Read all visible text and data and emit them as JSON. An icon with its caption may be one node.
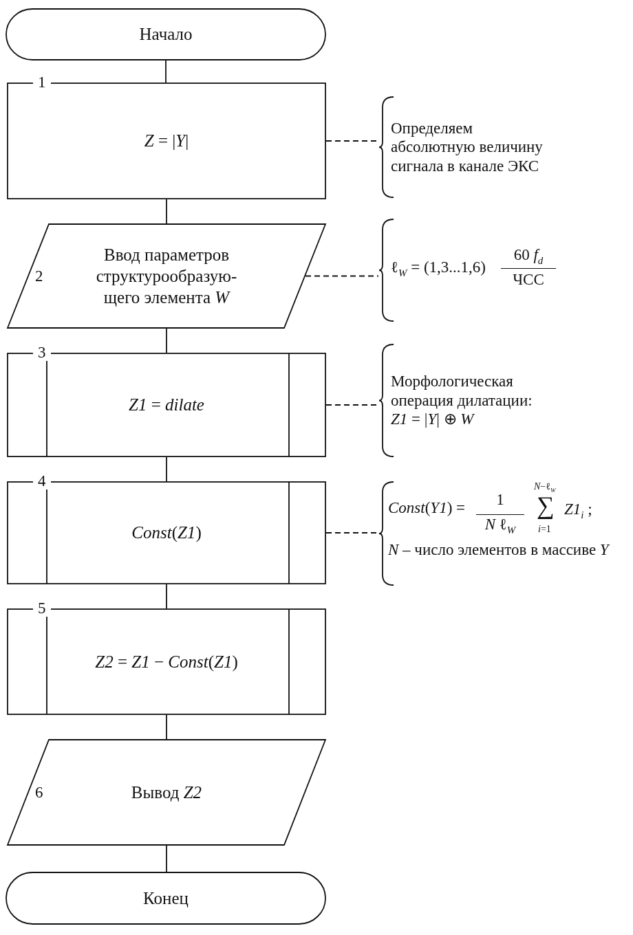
{
  "diagram": {
    "nodes": [
      {
        "text": [
          "Начало"
        ]
      },
      {
        "text": [
          "*Z* = |*Y*|"
        ],
        "beside": [
          "1"
        ]
      },
      {
        "text": [
          "Определяем абсолютную величину сигнала в канале ЭКС"
        ]
      },
      {
        "text": [
          "2",
          "Ввод параметров структурообразую- щего элемента *W*"
        ]
      },
      {
        "text": [
          "ℓ$_{W}$ = (1,3...1,6)",
          "60 *f*$_{d}$",
          "ЧСС"
        ]
      },
      {
        "text": [
          "*Z1* = *dilate*"
        ],
        "beside": [
          "3"
        ]
      },
      {
        "text": [
          "Морфологическая операция дилатации:",
          "*Z1* = |*Y*| ⊕ *W*"
        ]
      },
      {
        "text": [
          "*Const*(*Z1*)"
        ],
        "beside": [
          "4"
        ]
      },
      {
        "text": [
          "*Const*(*Y1*) =",
          "1",
          "*N*   ℓ$_{W}$",
          "*N*−ℓ$_{W}$",
          "∑",
          "*i*=1",
          "*Z1*$_{i}$ ;",
          "*N* –  число элементов в массиве *Y*"
        ]
      },
      {
        "text": [
          "*Z2* = *Z1* − *Const*(*Z1*)"
        ],
        "beside": [
          "5"
        ]
      },
      {
        "text": [
          "6",
          "Вывод *Z2*"
        ]
      },
      {
        "text": [
          "Конец"
        ]
      }
    ],
    "edges": [
      {
        "from": 0,
        "to": 1,
        "arrow": "none"
      },
      {
        "from": 1,
        "to": 2,
        "arrow": "none",
        "style": "dashed"
      },
      {
        "from": 1,
        "to": 3,
        "arrow": "none"
      },
      {
        "from": 3,
        "to": 4,
        "arrow": "none",
        "style": "dashed"
      },
      {
        "from": 3,
        "to": 5,
        "arrow": "none"
      },
      {
        "from": 5,
        "to": 6,
        "arrow": "none",
        "style": "dashed"
      },
      {
        "from": 5,
        "to": 7,
        "arrow": "none"
      },
      {
        "from": 7,
        "to": 8,
        "arrow": "none",
        "style": "dashed"
      },
      {
        "from": 7,
        "to": 9,
        "arrow": "none"
      },
      {
        "from": 9,
        "to": 10,
        "arrow": "none"
      },
      {
        "from": 10,
        "to": 11,
        "arrow": "none"
      }
    ]
  }
}
